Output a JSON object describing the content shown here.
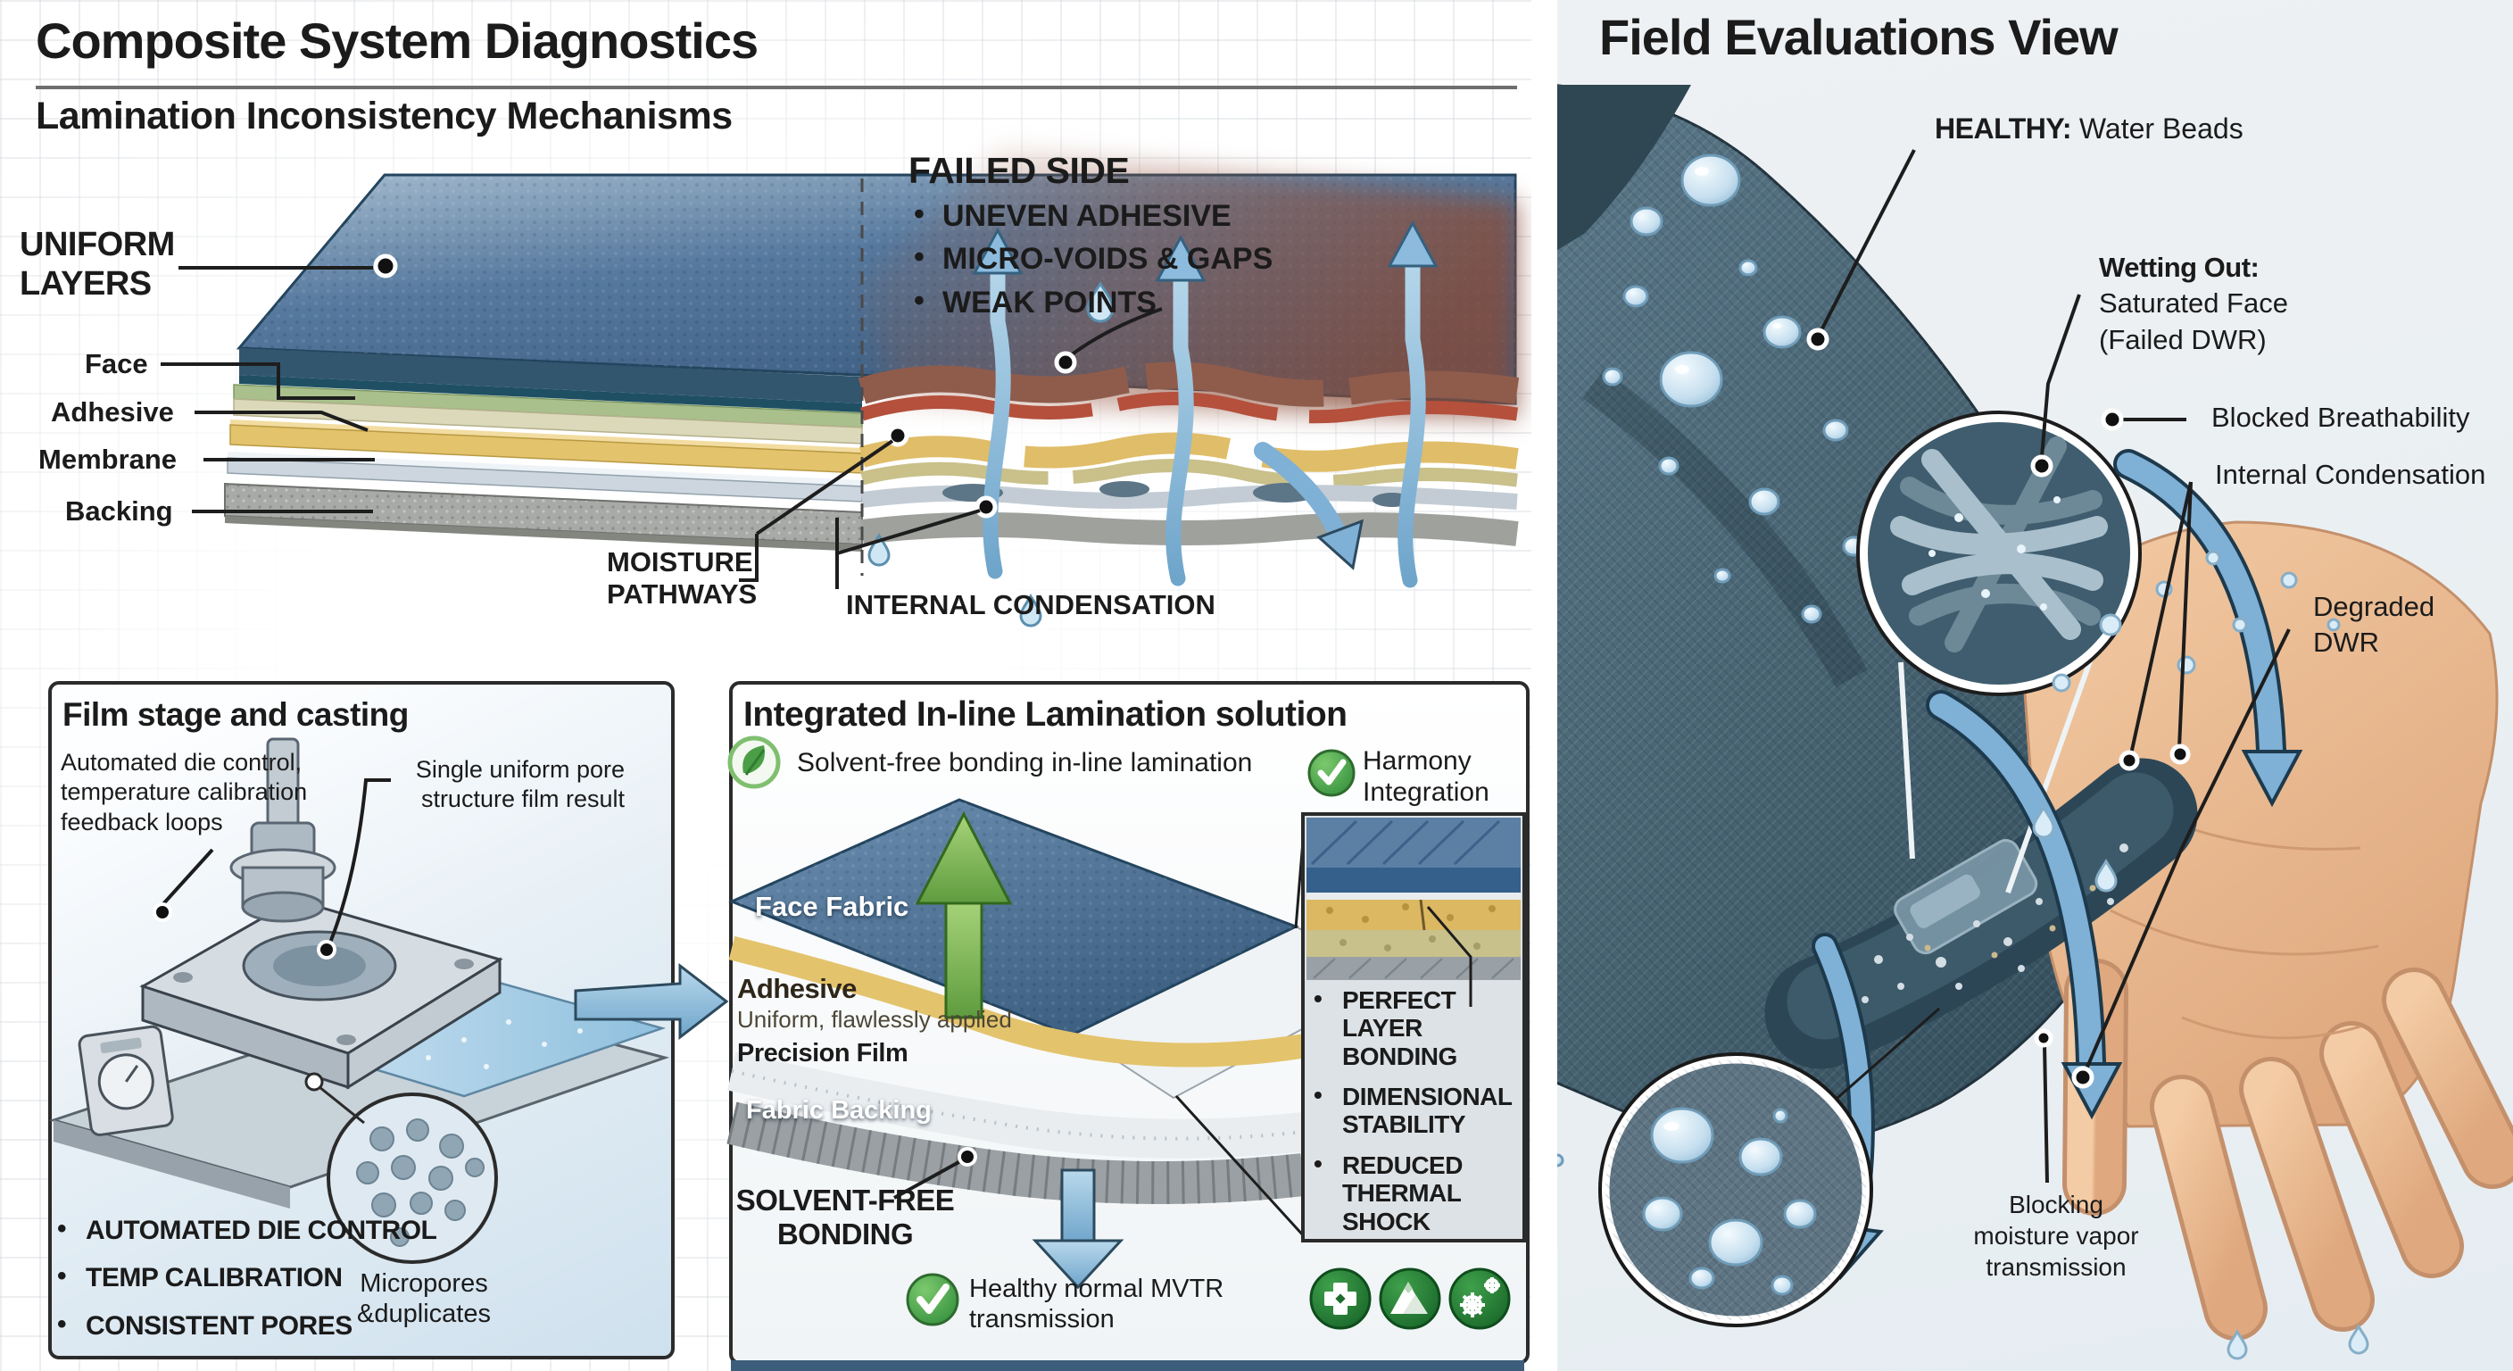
{
  "left": {
    "title": "Composite System Diagnostics",
    "subtitle": "Lamination Inconsistency Mechanisms",
    "diagram": {
      "uniform_layers": "UNIFORM LAYERS",
      "layer_face": "Face",
      "layer_adhesive": "Adhesive",
      "layer_membrane": "Membrane",
      "layer_backing": "Backing",
      "failed_heading": "FAILED SIDE",
      "failed_bullets": [
        "UNEVEN ADHESIVE",
        "MICRO-VOIDS & GAPS",
        "WEAK POINTS"
      ],
      "moisture": "MOISTURE PATHWAYS",
      "condensation": "INTERNAL CONDENSATION"
    },
    "film_box": {
      "title": "Film stage and casting",
      "note_left": "Automated die control, temperature calibration feedback loops",
      "note_right": "Single uniform pore structure film result",
      "bullets": [
        "AUTOMATED DIE CONTROL",
        "TEMP CALIBRATION",
        "CONSISTENT PORES"
      ],
      "caption": "Micropores &duplicates"
    },
    "lam_box": {
      "title": "Integrated In-line Lamination solution",
      "eco_note": "Solvent-free bonding in-line lamination",
      "harmony": "Harmony Integration",
      "face_fabric": "Face Fabric",
      "adhesive": "Adhesive",
      "adhesive_sub": "Uniform, flawlessly applied",
      "precision_film": "Precision Film",
      "fabric_backing": "Fabric Backing",
      "solvent_free": "SOLVENT-FREE BONDING",
      "healthy_note": "Healthy normal MVTR transmission",
      "inset_bullets": [
        "PERFECT LAYER BONDING",
        "DIMENSIONAL STABILITY",
        "REDUCED THERMAL SHOCK"
      ]
    }
  },
  "right": {
    "title": "Field Evaluations View",
    "labels": {
      "healthy_bold": "HEALTHY:",
      "healthy_rest": " Water Beads",
      "wetting_bold": "Wetting Out:",
      "wetting_line2": "Saturated Face",
      "wetting_line3": "(Failed DWR)",
      "blocked": "Blocked Breathability",
      "internal": "Internal Condensation",
      "degraded": "Degraded DWR",
      "blocking": "Blocking moisture vapor transmission"
    }
  },
  "icons": {
    "leaf_icon": "eco leaf",
    "check_icon": "green checkmark",
    "cross_icon": "medical plus",
    "mountain_icon": "mountain",
    "gear_icon": "gears",
    "arrow_up_icon": "vapor arrow up",
    "arrow_down_icon": "moisture arrow down"
  },
  "colors": {
    "fabric_blue": "#46688c",
    "adhesive_gold": "#e3c36c",
    "membrane_grey": "#cdd6de",
    "backing_grey": "#a7aaa6",
    "failed_brown": "#8f5c4c",
    "failed_red": "#b4503c",
    "moisture_blue": "#7fb3d8",
    "eco_green": "#5f9c3f",
    "badge_green": "#2e7d36",
    "sleeve_slate": "#48626f",
    "skin": "#ecbf98"
  }
}
